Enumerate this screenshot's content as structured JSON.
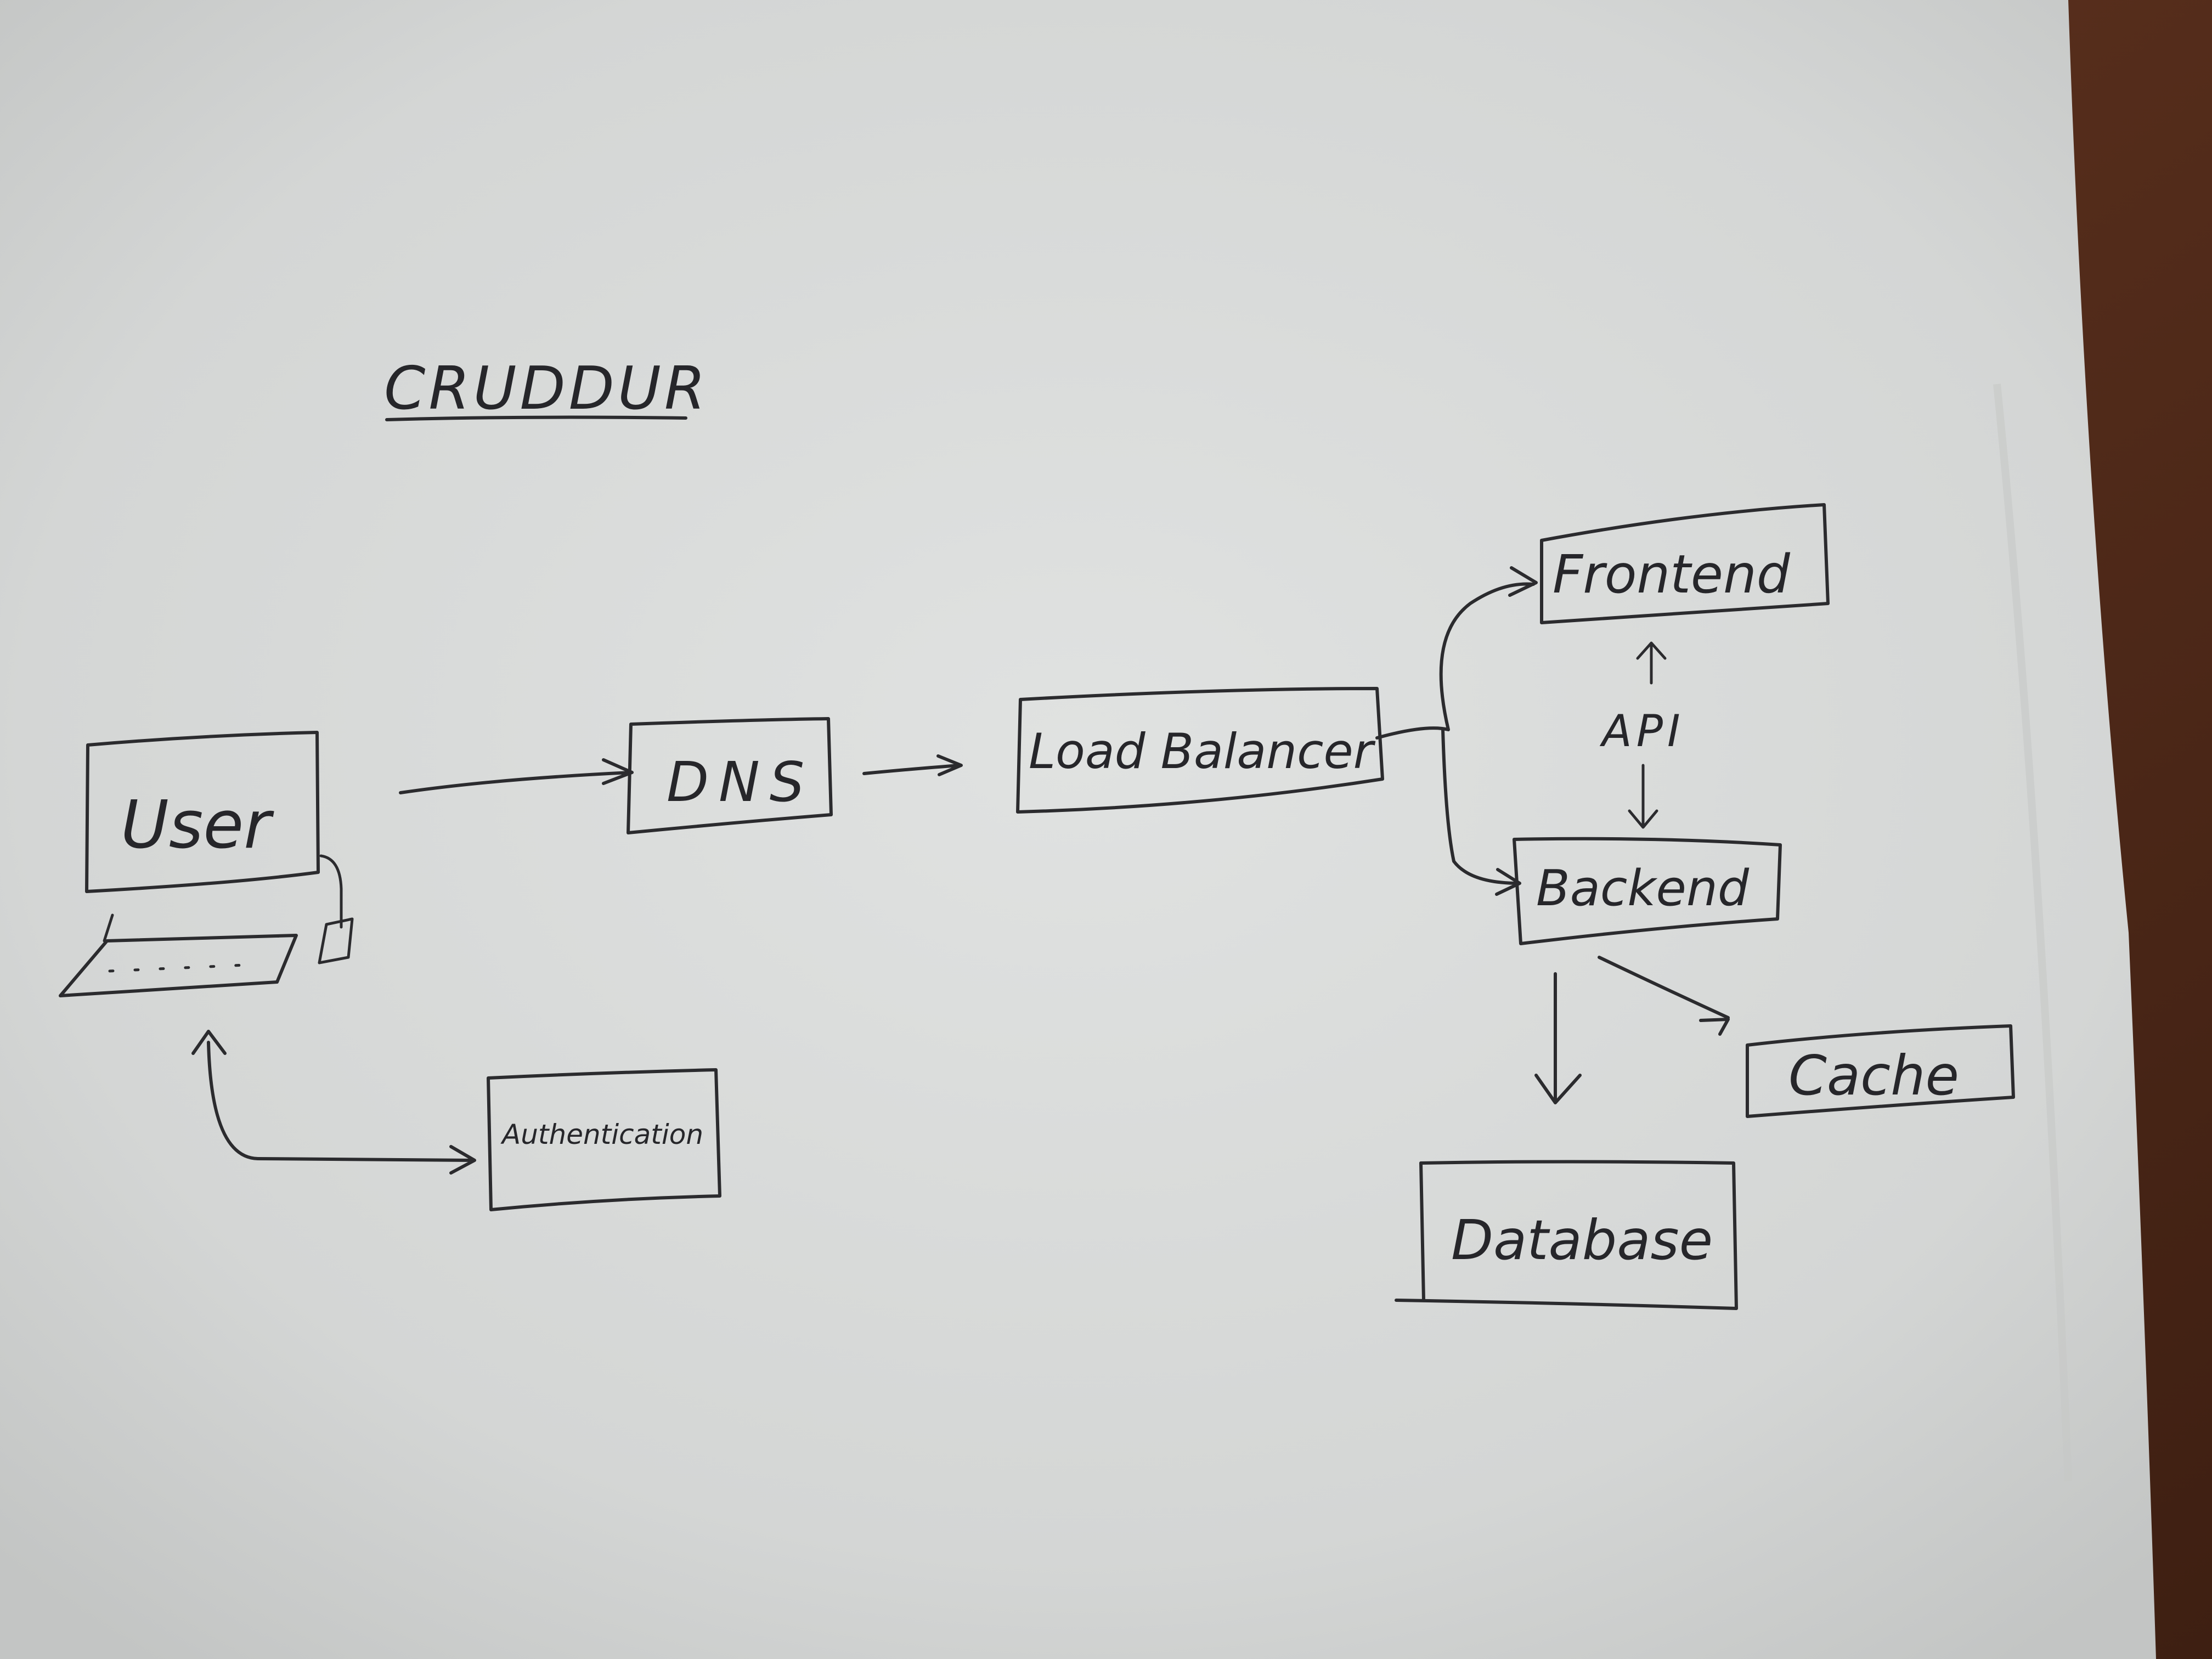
{
  "title": "CRUDDUR",
  "nodes": {
    "user": "User",
    "dns": "DNS",
    "load_balancer": "Load Balancer",
    "frontend": "Frontend",
    "backend": "Backend",
    "cache": "Cache",
    "database": "Database",
    "authentication": "Authentication"
  },
  "edge_labels": {
    "api": "API"
  },
  "colors": {
    "paper": "#dadcdb",
    "ink": "#2b2b2e",
    "table": "#5a2f1e"
  }
}
